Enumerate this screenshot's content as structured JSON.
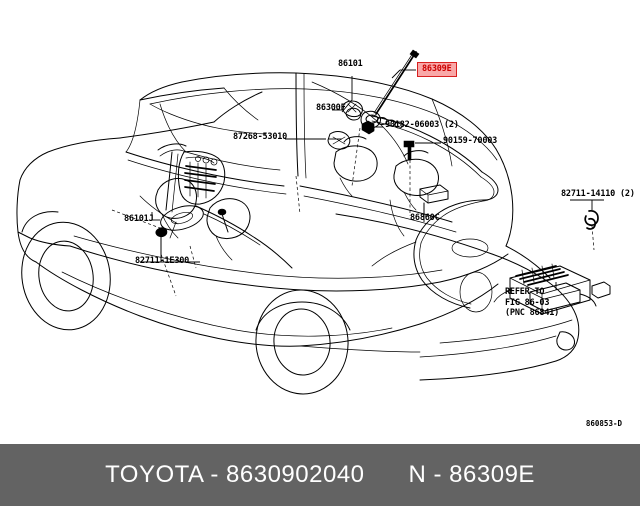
{
  "figure": {
    "id_code": "860853-D",
    "title": "Toyota antenna wiring exploded parts diagram"
  },
  "highlighted_part": {
    "code": "86309E",
    "fill_color": "#f9a8a8",
    "border_color": "#d82020",
    "text_color": "#cc0000"
  },
  "callouts": [
    {
      "key": "c_86101",
      "text": "86101"
    },
    {
      "key": "c_86300f",
      "text": "86300F"
    },
    {
      "key": "c_87268",
      "text": "87268-53010"
    },
    {
      "key": "c_90182",
      "text": "90182-06003 (2)"
    },
    {
      "key": "c_90159",
      "text": "90159-70003"
    },
    {
      "key": "c_86101j",
      "text": "86101J"
    },
    {
      "key": "c_82711_1e300",
      "text": "82711-1E300"
    },
    {
      "key": "c_86860c",
      "text": "86860C"
    },
    {
      "key": "c_82711_14110",
      "text": "82711-14110 (2)"
    }
  ],
  "refer_note": {
    "line1": "REFER TO",
    "line2": "FIG 86-03",
    "line3": "(PNC 86841)"
  },
  "footer": {
    "brand_and_part": "TOYOTA - 8630902040",
    "alt_part": "N - 86309E",
    "background_color": "#636363",
    "text_color": "#ffffff"
  }
}
